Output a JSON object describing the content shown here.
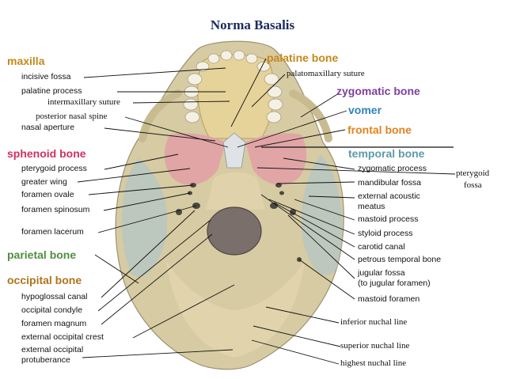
{
  "title": "Norma Basalis",
  "colors": {
    "maxilla": "#c5891a",
    "palatine_bone": "#c5891a",
    "sphenoid_bone": "#d1305f",
    "zygomatic_bone": "#7f3fa0",
    "vomer": "#2f82be",
    "frontal_bone": "#e4821c",
    "temporal_bone": "#5e9aa8",
    "parietal_bone": "#4f8f3e",
    "occipital_bone": "#b0741a",
    "bone_fill": "#ddd0a4",
    "temporal_fill": "#b9c9c3",
    "sphenoid_fill": "#e5a5ac"
  },
  "groups": {
    "maxilla": "maxilla",
    "sphenoid": "sphenoid bone",
    "parietal": "parietal  bone",
    "occipital": "occipital  bone",
    "palatine": "palatine bone",
    "zygomatic": "zygomatic bone",
    "vomer": "vomer",
    "frontal": "frontal bone",
    "temporal": "temporal bone"
  },
  "left_labels": {
    "incisive_fossa": "incisive fossa",
    "palatine_process": "palatine process",
    "intermaxillary_suture": "intermaxillary suture",
    "posterior_nasal_spine": "posterior nasal spine",
    "nasal_aperture": "nasal aperture",
    "pterygoid_process": "pterygoid process",
    "greater_wing": "greater wing",
    "foramen_ovale": "foramen ovale",
    "foramen_spinosum": "foramen spinosum",
    "foramen_lacerum": "foramen lacerum",
    "hypoglossal_canal": "hypoglossal canal",
    "occipital_condyle": "occipital condyle",
    "foramen_magnum": "foramen magnum",
    "external_occipital_crest": "external occipital crest",
    "external_occipital_protuberance_1": "external occipital",
    "external_occipital_protuberance_2": "protuberance"
  },
  "right_labels": {
    "palatomaxillary_suture": "palatomaxillary suture",
    "zygomatic_process": "zygomatic process",
    "pterygoid_fossa_1": "pterygoid",
    "pterygoid_fossa_2": "fossa",
    "mandibular_fossa": "mandibular fossa",
    "external_acoustic_meatus_1": "external acoustic",
    "external_acoustic_meatus_2": "meatus",
    "mastoid_process": "mastoid process",
    "styloid_process": "styloid process",
    "carotid_canal": "carotid canal",
    "petrous_temporal_bone": "petrous temporal bone",
    "jugular_fossa_1": "jugular fossa",
    "jugular_fossa_2": "(to jugular foramen)",
    "mastoid_foramen": "mastoid foramen",
    "inferior_nuchal_line": "inferior nuchal line",
    "superior_nuchal_line": "superior nuchal line",
    "highest_nuchal_line": "highest nuchal line"
  }
}
